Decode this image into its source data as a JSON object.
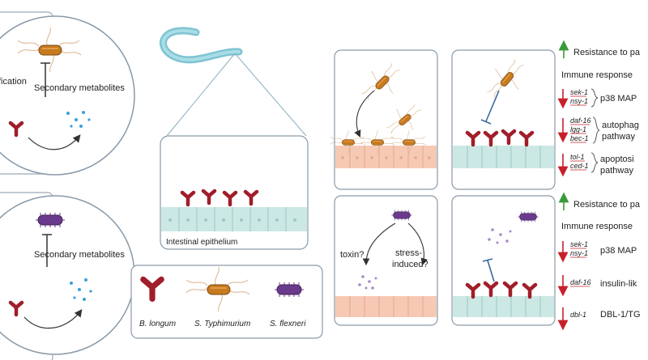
{
  "left_panels": {
    "top": {
      "partial_label": "fication",
      "metabolites_label": "Secondary metabolites"
    },
    "bottom": {
      "metabolites_label": "Secondary metabolites"
    }
  },
  "worm": {
    "epithelium_label": "Intestinal epithelium"
  },
  "legend": [
    {
      "label": "B. longum"
    },
    {
      "label": "S. Typhimurium"
    },
    {
      "label": "S. flexneri"
    }
  ],
  "shigella_panel": {
    "toxin_label": "toxin?",
    "stress_label_1": "stress-",
    "stress_label_2": "induced?"
  },
  "results_top": {
    "resistance": "Resistance to pa",
    "immune_title": "Immune response",
    "groups": [
      {
        "genes": [
          "sek-1",
          "nsy-1"
        ],
        "pathway": [
          "p38 MAP"
        ]
      },
      {
        "genes": [
          "daf-16",
          "lgg-1",
          "bec-1"
        ],
        "pathway": [
          "autophag",
          "pathway"
        ]
      },
      {
        "genes": [
          "tol-1",
          "ced-1"
        ],
        "pathway": [
          "apoptosi",
          "pathway"
        ]
      }
    ]
  },
  "results_bottom": {
    "resistance": "Resistance to pa",
    "immune_title": "Immune response",
    "groups": [
      {
        "genes": [
          "sek-1",
          "nsy-1"
        ],
        "pathway": [
          "p38 MAP"
        ]
      },
      {
        "genes": [
          "daf-16"
        ],
        "pathway": [
          "insulin-lik"
        ]
      },
      {
        "genes": [
          "dbl-1"
        ],
        "pathway": [
          "DBL-1/TG"
        ]
      }
    ]
  },
  "colors": {
    "blongum": "#a01e2a",
    "styphimurium": "#c87a1e",
    "sflexneri": "#6a3a8c",
    "epithelium": "#cce8e4",
    "infected_epithelium": "#f6c9b4",
    "up_arrow": "#3a9a3a",
    "down_arrow": "#c8202a",
    "panel_border": "#8a9aa8"
  }
}
